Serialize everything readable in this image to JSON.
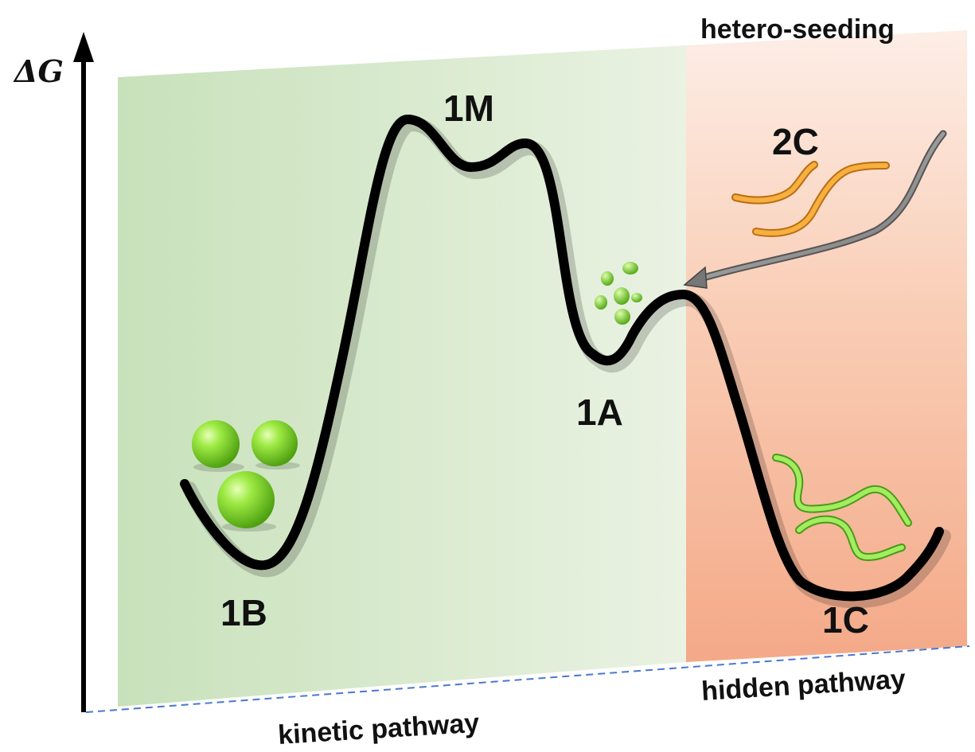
{
  "axis": {
    "label": "ΔG"
  },
  "states": {
    "b": "1B",
    "m": "1M",
    "a": "1A",
    "c": "1C",
    "seed": "2C"
  },
  "regions": {
    "kinetic": "kinetic pathway",
    "hidden": "hidden pathway",
    "hetero": "hetero-seeding"
  },
  "colors": {
    "kinetic_region": "#c9e2bd",
    "hidden_region": "#f6b494",
    "curve": "#000000",
    "particles": "#8ee03a",
    "seed_fiber": "#f0a030",
    "fiber": "#9ae65a",
    "baseline": "#4a78d0"
  }
}
